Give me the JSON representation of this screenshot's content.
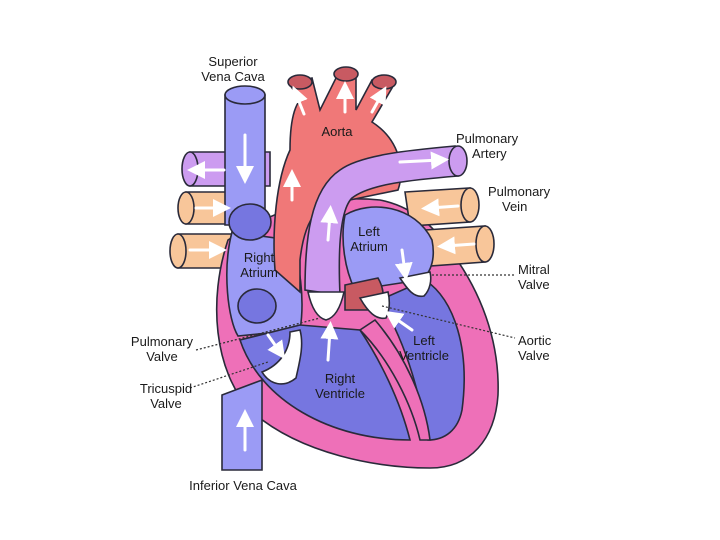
{
  "labels": {
    "superior_vena_cava": [
      "Superior",
      "Vena Cava"
    ],
    "aorta": "Aorta",
    "pulmonary_artery": [
      "Pulmonary",
      "Artery"
    ],
    "pulmonary_vein": [
      "Pulmonary",
      "Vein"
    ],
    "left_atrium": [
      "Left",
      "Atrium"
    ],
    "right_atrium": [
      "Right",
      "Atrium"
    ],
    "mitral_valve": [
      "Mitral",
      "Valve"
    ],
    "aortic_valve": [
      "Aortic",
      "Valve"
    ],
    "pulmonary_valve": [
      "Pulmonary",
      "Valve"
    ],
    "tricuspid_valve": [
      "Tricuspid",
      "Valve"
    ],
    "left_ventricle": [
      "Left",
      "Ventricle"
    ],
    "right_ventricle": [
      "Right",
      "Ventricle"
    ],
    "inferior_vena_cava": "Inferior Vena Cava"
  },
  "colors": {
    "deoxygenated": "#9b9bf5",
    "deoxygenated_dark": "#7676e0",
    "oxygenated": "#f07878",
    "pulmonary_artery": "#cc9cf0",
    "pulmonary_vein": "#f8c69a",
    "heart_wall": "#ee70b8",
    "valve": "#ffffff"
  }
}
